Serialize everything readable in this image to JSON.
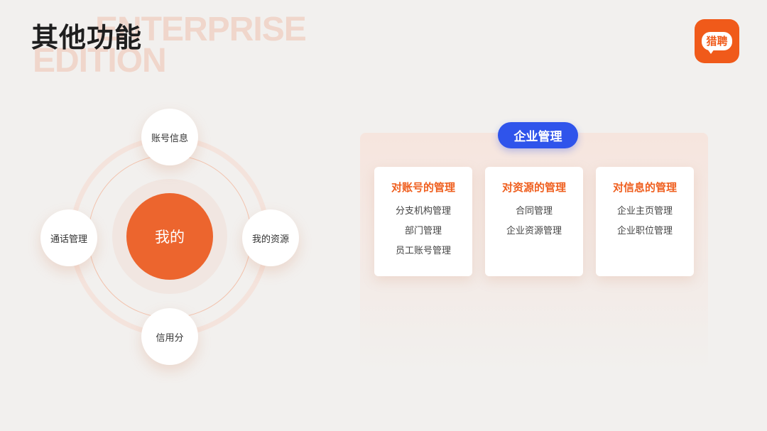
{
  "header": {
    "title": "其他功能",
    "watermark_line1": "ENTERPRISE",
    "watermark_line2": "EDITION"
  },
  "logo": {
    "text": "猎聘",
    "color": "#f05a1a"
  },
  "diagram": {
    "center": "我的",
    "nodes": {
      "top": "账号信息",
      "left": "通话管理",
      "right": "我的资源",
      "bottom": "信用分"
    },
    "accent": "#ec652e"
  },
  "panel": {
    "label": "企业管理",
    "label_color": "#2f54eb",
    "cards": [
      {
        "title": "对账号的管理",
        "items": [
          "分支机构管理",
          "部门管理",
          "员工账号管理"
        ]
      },
      {
        "title": "对资源的管理",
        "items": [
          "合同管理",
          "企业资源管理"
        ]
      },
      {
        "title": "对信息的管理",
        "items": [
          "企业主页管理",
          "企业职位管理"
        ]
      }
    ]
  }
}
